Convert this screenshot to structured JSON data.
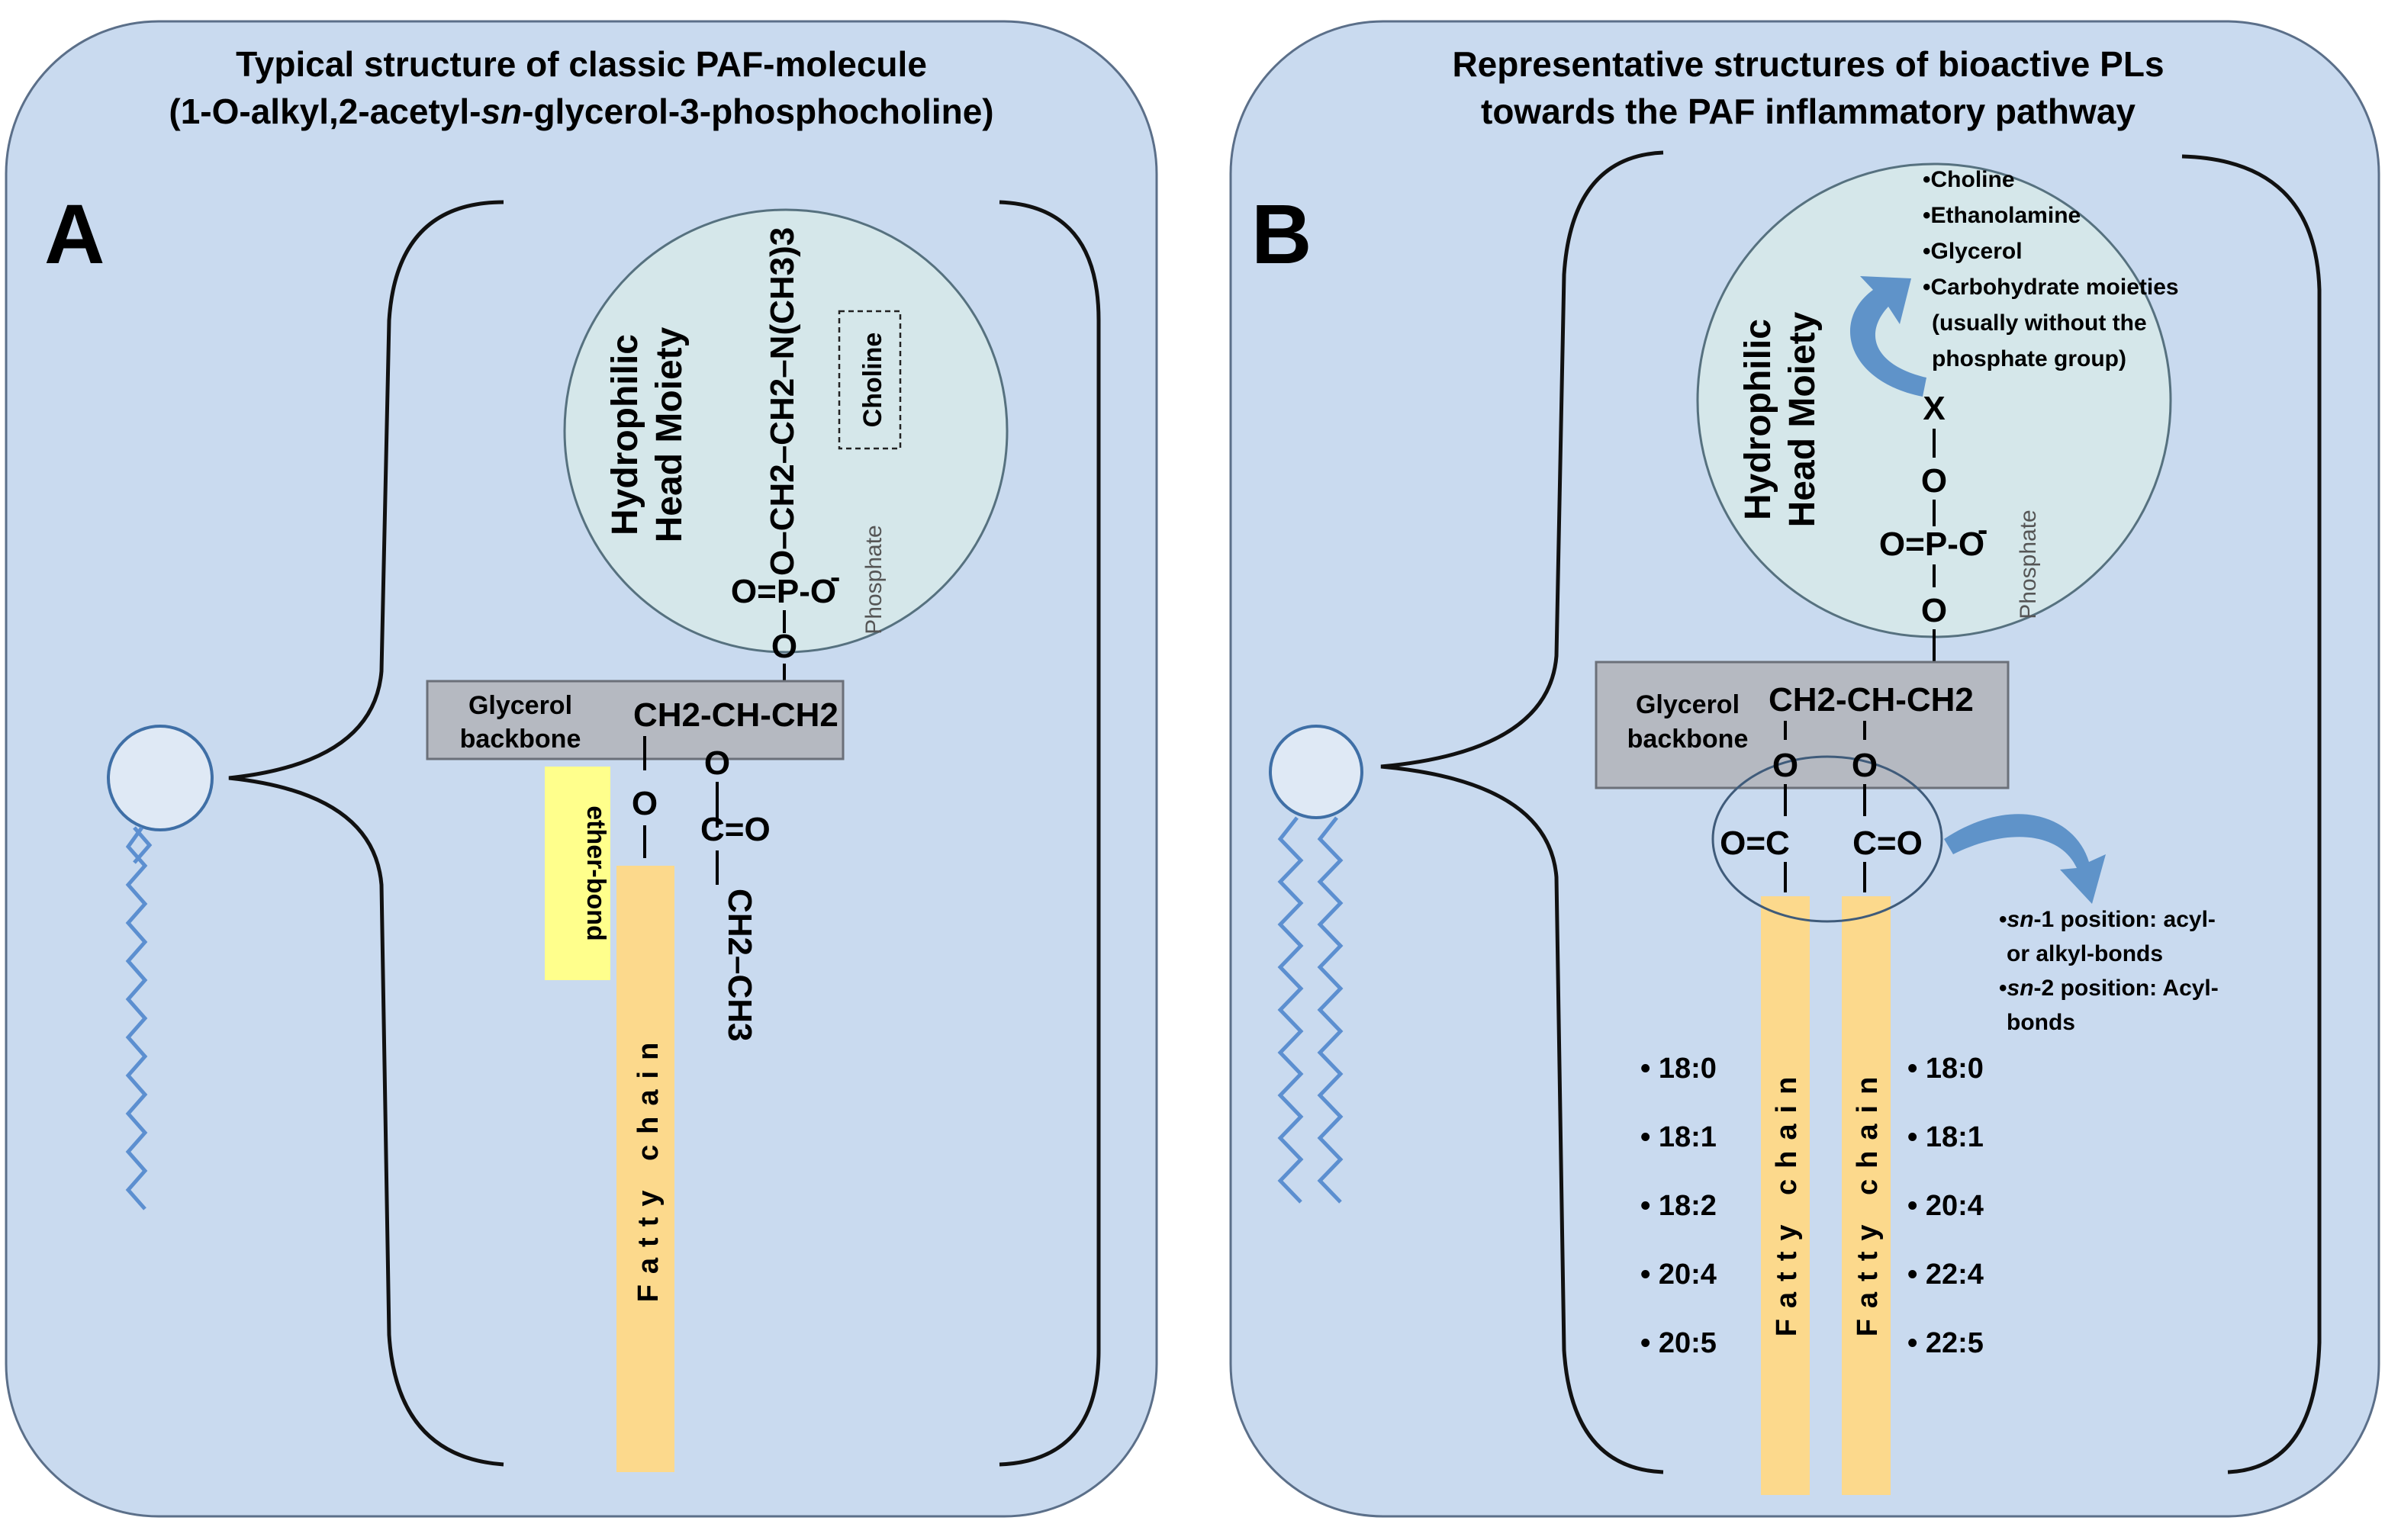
{
  "panel_a": {
    "letter": "A",
    "title_line1": "Typical structure of classic PAF-molecule",
    "title_line2_part1": "(1-O-alkyl,2-acetyl-",
    "title_line2_sn": "sn",
    "title_line2_part2": "-glycerol-3-phosphocholine)",
    "head_line1": "Hydrophilic",
    "head_line2": "Head Moiety",
    "choline_formula": "O–CH2–CH2–N(CH3)3",
    "choline_label": "Choline",
    "phosphate_formula": "O=P-O",
    "phosphate_label": "Phosphate",
    "glycerol_label_line1": "Glycerol",
    "glycerol_label_line2": "backbone",
    "glycerol_formula": "CH2-CH-CH2",
    "ether_bond_label": "ether-bond",
    "carbonyl": "C=O",
    "acetyl_tail": "CH2–CH3",
    "fatty_chain_label": "Fatty chain"
  },
  "panel_b": {
    "letter": "B",
    "title_line1": "Representative structures of bioactive PLs",
    "title_line2": "towards the PAF inflammatory pathway",
    "head_line1": "Hydrophilic",
    "head_line2": "Head Moiety",
    "head_options": [
      "•Choline",
      "•Ethanolamine",
      "•Glycerol",
      "•Carbohydrate moieties",
      "(usually without the",
      "phosphate group)"
    ],
    "head_group_symbol": "X",
    "phosphate_formula": "O=P-O",
    "phosphate_label": "Phosphate",
    "glycerol_label_line1": "Glycerol",
    "glycerol_label_line2": "backbone",
    "glycerol_formula": "CH2-CH-CH2",
    "carbonyl_left": "O=C",
    "carbonyl_right": "C=O",
    "position_note_1a": "•sn-1 position: acyl-",
    "position_note_1b": "or alkyl-bonds",
    "position_note_2a": "•sn-2 position: Acyl-",
    "position_note_2b": "bonds",
    "fatty_chain_label": "Fatty chain",
    "sn1_species": [
      "• 18:0",
      "• 18:1",
      "• 18:2",
      "• 20:4",
      "• 20:5"
    ],
    "sn2_species": [
      "• 18:0",
      "• 18:1",
      "• 20:4",
      "• 22:4",
      "• 22:5"
    ]
  }
}
